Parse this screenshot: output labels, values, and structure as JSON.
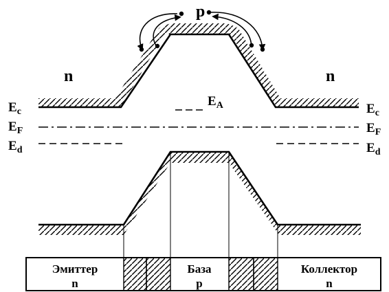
{
  "labels": {
    "p_top": "p",
    "n_left": "n",
    "n_right": "n",
    "Ec_left": "E",
    "Ec_left_sub": "c",
    "EF_left": "E",
    "EF_left_sub": "F",
    "Ed_left": "E",
    "Ed_left_sub": "d",
    "Ec_right": "E",
    "Ec_right_sub": "c",
    "EF_right": "E",
    "EF_right_sub": "F",
    "Ed_right": "E",
    "Ed_right_sub": "d",
    "EA": "E",
    "EA_sub": "A"
  },
  "regions": {
    "emitter_name": "Эмиттер",
    "emitter_type": "n",
    "base_name": "База",
    "base_type": "p",
    "collector_name": "Коллектор",
    "collector_type": "n"
  }
}
